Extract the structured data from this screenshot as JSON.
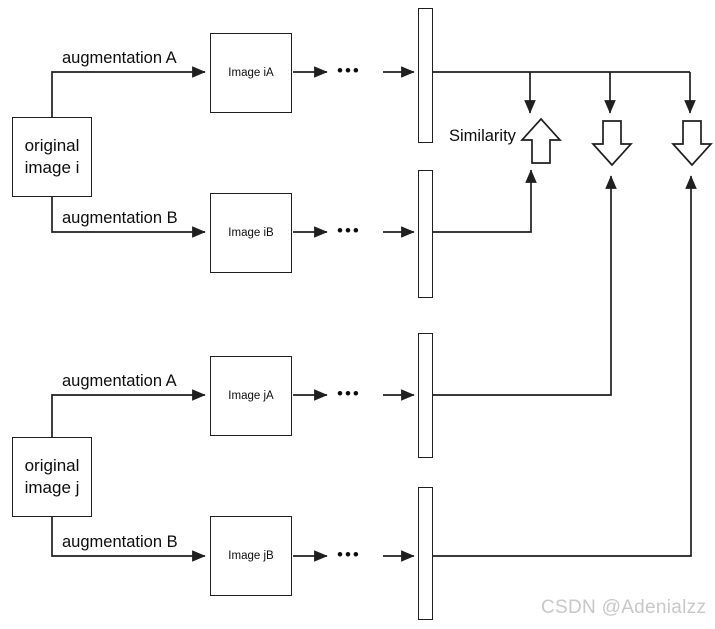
{
  "diagram": {
    "title": "contrastive-learning-augmentation-similarity-diagram",
    "line_color": "#1f1f1f",
    "watermark": "CSDN @Adenialzz",
    "similarity_label": "Similarity",
    "ellipsis": "•••",
    "sources": [
      {
        "id": "orig-i",
        "label": "original\nimage i"
      },
      {
        "id": "orig-j",
        "label": "original\nimage j"
      }
    ],
    "augmentation_labels": [
      {
        "id": "aug-i-a",
        "label": "augmentation A"
      },
      {
        "id": "aug-i-b",
        "label": "augmentation B"
      },
      {
        "id": "aug-j-a",
        "label": "augmentation A"
      },
      {
        "id": "aug-j-b",
        "label": "augmentation B"
      }
    ],
    "image_boxes": [
      {
        "id": "image-ia",
        "label": "Image iA"
      },
      {
        "id": "image-ib",
        "label": "Image iB"
      },
      {
        "id": "image-ja",
        "label": "Image jA"
      },
      {
        "id": "image-jb",
        "label": "Image jB"
      }
    ],
    "representation_bars": [
      {
        "id": "rep-ia",
        "label": ""
      },
      {
        "id": "rep-ib",
        "label": ""
      },
      {
        "id": "rep-ja",
        "label": ""
      },
      {
        "id": "rep-jb",
        "label": ""
      }
    ],
    "comparison_arrows": [
      {
        "id": "similarity-up-arrow",
        "direction": "up",
        "meaning": "maximize similarity"
      },
      {
        "id": "dissimilarity-down-arrow-1",
        "direction": "down",
        "meaning": "minimize similarity"
      },
      {
        "id": "dissimilarity-down-arrow-2",
        "direction": "down",
        "meaning": "minimize similarity"
      }
    ]
  }
}
